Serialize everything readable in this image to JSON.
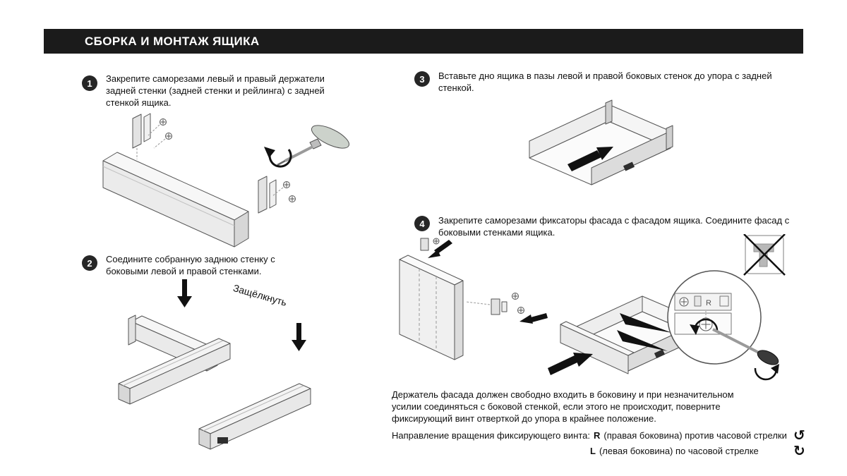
{
  "header": {
    "title": "СБОРКА И МОНТАЖ ЯЩИКА"
  },
  "step1": {
    "number": "1",
    "text": "Закрепите саморезами левый и правый держатели задней стенки (задней стенки и рейлинга) с задней стенкой ящика."
  },
  "step2": {
    "number": "2",
    "text": "Соедините собранную заднюю стенку с боковыми левой и правой стенками.",
    "annotation": "Защёлкнуть"
  },
  "step3": {
    "number": "3",
    "text": "Вставьте дно ящика в пазы левой и правой боковых стенок до упора с задней стенкой."
  },
  "step4": {
    "number": "4",
    "text": "Закрепите саморезами фиксаторы фасада с фасадом ящика. Соедините фасад с боковыми стенками ящика.",
    "detail_label": "R"
  },
  "note": {
    "text": "Держатель фасада должен свободно входить в боковину и при незначительном усилии соединяться с боковой стенкой, если этого не происходит, поверните фиксирующий винт отверткой до упора в крайнее положение."
  },
  "direction": {
    "intro": "Направление вращения фиксирующего винта:",
    "r_label": "R",
    "r_text": "(правая боковина) против часовой стрелки",
    "l_label": "L",
    "l_text": "(левая боковина) по часовой стрелке"
  },
  "icons": {
    "rotate_ccw": "↺",
    "rotate_cw": "↻"
  },
  "colors": {
    "header_bg": "#1b1b1b",
    "badge_bg": "#262626",
    "arrow_black": "#111111"
  }
}
